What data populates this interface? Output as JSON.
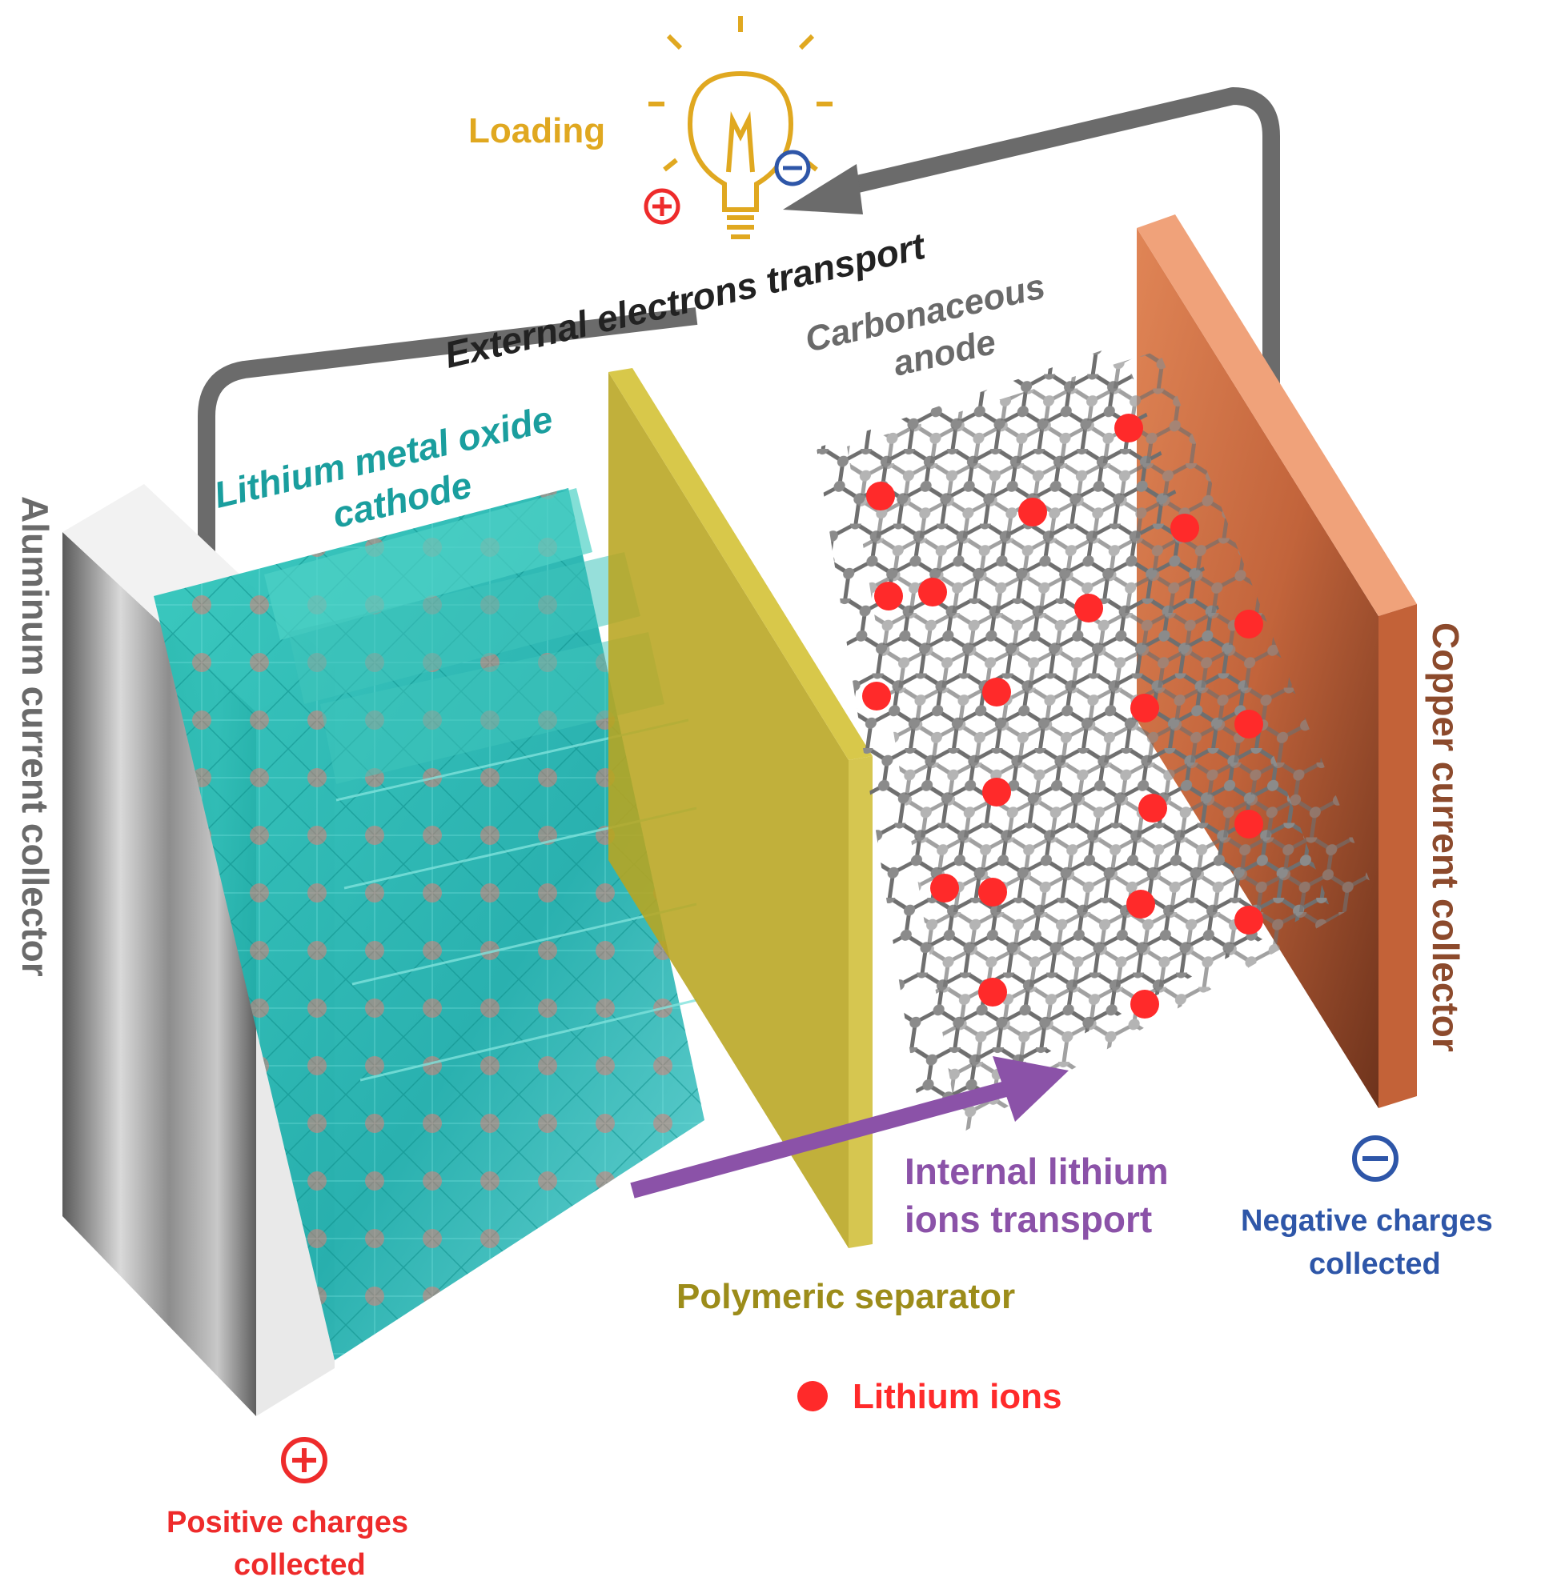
{
  "labels": {
    "loading": "Loading",
    "external": "External electrons transport",
    "anode": [
      "Carbonaceous",
      "anode"
    ],
    "cathode": [
      "Lithium metal oxide",
      "cathode"
    ],
    "aluminum": "Aluminum current collector",
    "copper": "Copper current collector",
    "internal": [
      "Internal lithium",
      "ions transport"
    ],
    "separator": "Polymeric separator",
    "negative": [
      "Negative charges",
      "collected"
    ],
    "positive": [
      "Positive charges",
      "collected"
    ],
    "legend_ions": "Lithium ions"
  },
  "colors": {
    "cathode": "#1fb5b0",
    "separator": "#b8a520",
    "copper": "#b55a35",
    "aluminum": "#8f8f8f",
    "carbon": "#7c7c7c",
    "lithium": "#ff2a2a",
    "arrow_gray": "#6b6b6b",
    "arrow_purple": "#8b52a8",
    "positive": "#ee2b2b",
    "negative": "#2e56a8",
    "loading": "#e0a820",
    "separator_text": "#9c8c1a",
    "copper_text": "#8c4a2c",
    "cathode_text": "#1a9e9e"
  },
  "icons": [
    "bulb-icon",
    "plus-icon",
    "minus-icon"
  ]
}
